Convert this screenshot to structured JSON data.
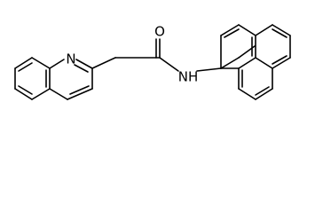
{
  "molecule": {
    "atoms": {
      "nitrogen_ring": "N",
      "oxygen": "O",
      "amide_nh": "NH"
    }
  }
}
